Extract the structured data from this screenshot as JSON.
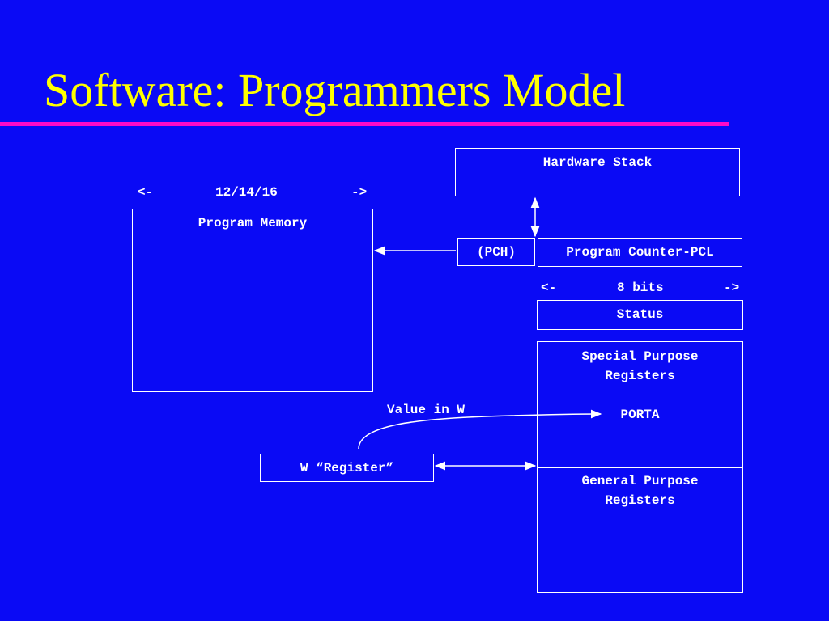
{
  "slide": {
    "title": "Software: Programmers Model"
  },
  "diagram": {
    "program_memory": {
      "width_label_left": "<-",
      "width_label_value": "12/14/16",
      "width_label_right": "->",
      "label": "Program Memory"
    },
    "hardware_stack": {
      "label": "Hardware Stack"
    },
    "pch": {
      "label": "(PCH)"
    },
    "pcl": {
      "label": "Program Counter-PCL"
    },
    "register_width": {
      "left": "<-",
      "value": "8 bits",
      "right": "->"
    },
    "status": {
      "label": "Status"
    },
    "special_registers": {
      "line1": "Special Purpose",
      "line2": "Registers",
      "porta": "PORTA"
    },
    "general_registers": {
      "line1": "General Purpose",
      "line2": "Registers"
    },
    "w_register": {
      "label": "W “Register”"
    },
    "value_in_w": {
      "label": "Value in W"
    }
  },
  "colors": {
    "background": "#0a0af5",
    "title": "#ffff00",
    "rule": "#ff0ac8",
    "lines": "#ffffff"
  }
}
